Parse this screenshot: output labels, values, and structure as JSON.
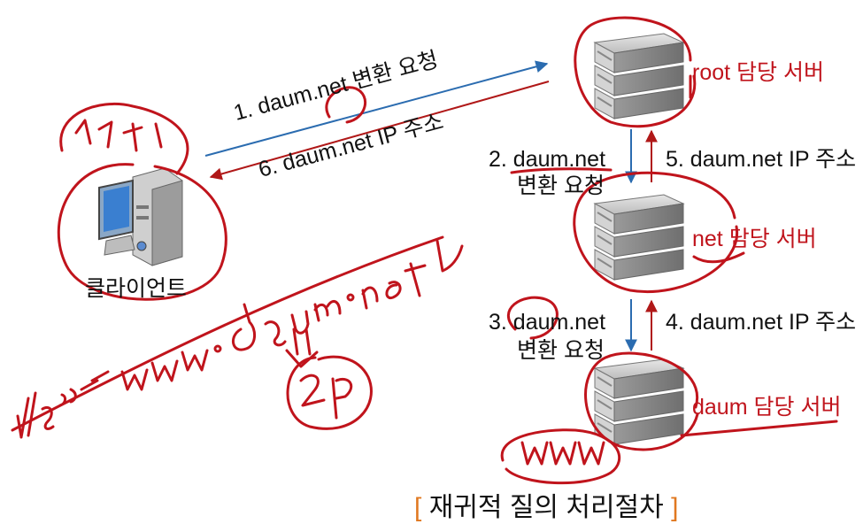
{
  "diagram": {
    "caption": "재귀적 질의 처리절차",
    "caption_open": "[",
    "caption_close": "]",
    "client_label": "클라이언트",
    "servers": [
      {
        "label_prefix": "root",
        "label_suffix": " 담당 서버"
      },
      {
        "label_prefix": "net",
        "label_suffix": " 담당 서버"
      },
      {
        "label_prefix": "daum",
        "label_suffix": " 담당 서버"
      }
    ],
    "steps": {
      "s1": "1. daum.net 변환 요청",
      "s2_line1": "2. daum.net",
      "s2_line2": "변환 요청",
      "s3_line1": "3. daum.net",
      "s3_line2": "변환 요청",
      "s4": "4. daum.net IP 주소",
      "s5": "5. daum.net IP 주소",
      "s6": "6. daum.net IP 주소"
    },
    "colors": {
      "request_arrow": "#2b6cb0",
      "response_arrow": "#b01818",
      "annotation": "#c0141c",
      "caption_bracket": "#e07820"
    }
  }
}
